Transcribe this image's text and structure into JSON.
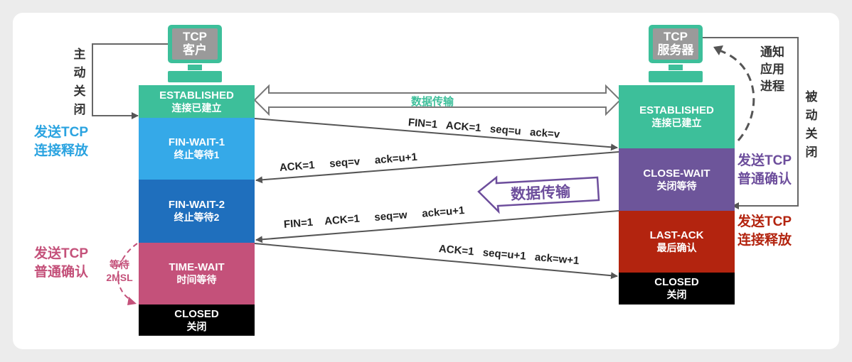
{
  "client": {
    "title_line1": "TCP",
    "title_line2": "客户",
    "active_close": "主动关闭",
    "send_release": [
      "发送TCP",
      "连接释放"
    ],
    "send_ack": [
      "发送TCP",
      "普通确认"
    ],
    "wait_2msl": [
      "等待",
      "2MSL"
    ],
    "states": [
      {
        "en": "ESTABLISHED",
        "cn": "连接已建立",
        "color": "#3dbf9a"
      },
      {
        "en": "FIN-WAIT-1",
        "cn": "终止等待1",
        "color": "#35a9e8"
      },
      {
        "en": "FIN-WAIT-2",
        "cn": "终止等待2",
        "color": "#1f6fbd"
      },
      {
        "en": "TIME-WAIT",
        "cn": "时间等待",
        "color": "#c4517a"
      },
      {
        "en": "CLOSED",
        "cn": "关闭",
        "color": "#000000"
      }
    ]
  },
  "server": {
    "title_line1": "TCP",
    "title_line2": "服务器",
    "notify_app": "通知应用进程",
    "passive_close": "被动关闭",
    "send_ack": [
      "发送TCP",
      "普通确认"
    ],
    "send_release": [
      "发送TCP",
      "连接释放"
    ],
    "states": [
      {
        "en": "ESTABLISHED",
        "cn": "连接已建立",
        "color": "#3dbf9a"
      },
      {
        "en": "CLOSE-WAIT",
        "cn": "关闭等待",
        "color": "#6d559a"
      },
      {
        "en": "LAST-ACK",
        "cn": "最后确认",
        "color": "#b3240f"
      },
      {
        "en": "CLOSED",
        "cn": "关闭",
        "color": "#000000"
      }
    ]
  },
  "data_transfer_top": "数据传输",
  "data_transfer_mid": "数据传输",
  "messages": [
    {
      "parts": [
        "FIN=1",
        "ACK=1",
        "seq=u",
        "ack=v"
      ]
    },
    {
      "parts": [
        "ACK=1",
        "seq=v",
        "ack=u+1"
      ]
    },
    {
      "parts": [
        "FIN=1",
        "ACK=1",
        "seq=w",
        "ack=u+1"
      ]
    },
    {
      "parts": [
        "ACK=1",
        "seq=u+1",
        "ack=w+1"
      ]
    }
  ],
  "colors": {
    "teal": "#3dbf9a",
    "blue_label": "#2aa3e0",
    "pink_label": "#c4517a",
    "purple_label": "#6d4e9c",
    "red_label": "#b3240f",
    "monitor": "#3dbf9a",
    "gray_line": "#555555"
  }
}
